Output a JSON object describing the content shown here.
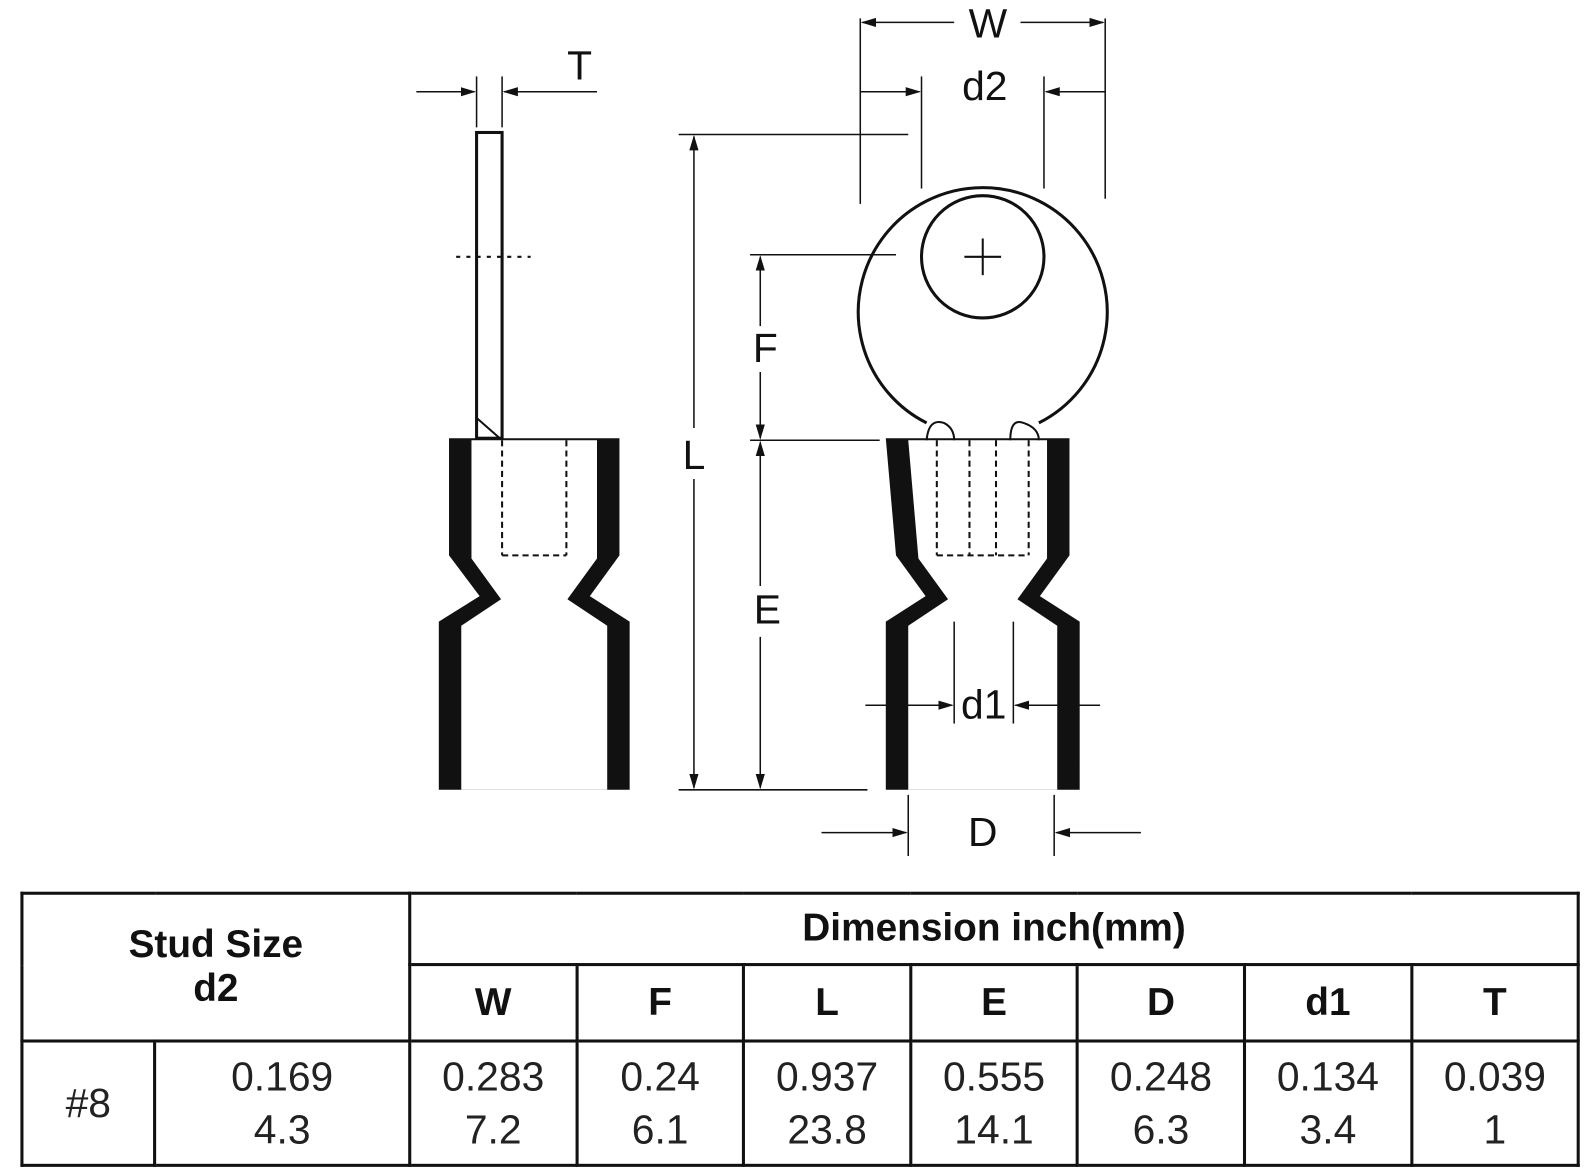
{
  "drawing": {
    "labels": {
      "W": "W",
      "d2": "d2",
      "T": "T",
      "L": "L",
      "F": "F",
      "E": "E",
      "d1": "d1",
      "D": "D"
    }
  },
  "table": {
    "stud_header": "Stud Size",
    "stud_sub": "d2",
    "dimension_header": "Dimension inch(mm)",
    "columns": [
      "W",
      "F",
      "L",
      "E",
      "D",
      "d1",
      "T"
    ],
    "row": {
      "stud": "#8",
      "d2": {
        "inch": "0.169",
        "mm": "4.3"
      },
      "values": [
        {
          "inch": "0.283",
          "mm": "7.2"
        },
        {
          "inch": "0.24",
          "mm": "6.1"
        },
        {
          "inch": "0.937",
          "mm": "23.8"
        },
        {
          "inch": "0.555",
          "mm": "14.1"
        },
        {
          "inch": "0.248",
          "mm": "6.3"
        },
        {
          "inch": "0.134",
          "mm": "3.4"
        },
        {
          "inch": "0.039",
          "mm": "1"
        }
      ]
    }
  }
}
